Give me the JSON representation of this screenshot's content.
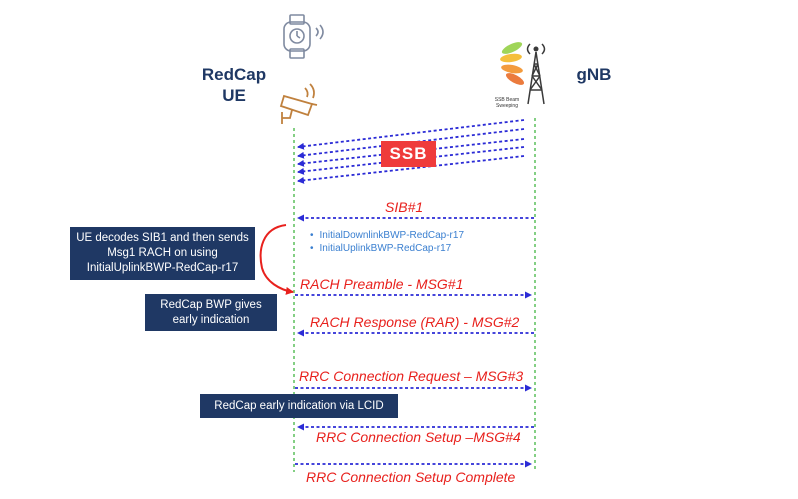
{
  "entities": {
    "ue_label": "RedCap\nUE",
    "gnb_label": "gNB",
    "beam_label": "SSB Beam\nSweeping"
  },
  "ssb_label": "SSB",
  "messages": [
    {
      "label": "SIB#1",
      "dir": "dl"
    },
    {
      "label": "RACH Preamble - MSG#1",
      "dir": "ul"
    },
    {
      "label": "RACH Response (RAR) - MSG#2",
      "dir": "dl"
    },
    {
      "label": "RRC Connection Request – MSG#3",
      "dir": "ul"
    },
    {
      "label": "RRC Connection Setup –MSG#4",
      "dir": "dl"
    },
    {
      "label": "RRC Connection Setup Complete",
      "dir": "ul"
    }
  ],
  "sib_params": [
    "InitialDownlinkBWP-RedCap-r17",
    "InitialUplinkBWP-RedCap-r17"
  ],
  "notes": {
    "decode": "UE decodes SIB1 and then sends Msg1 RACH on using InitialUplinkBWP-RedCap-r17",
    "bwp": "RedCap BWP gives early indication",
    "lcid": "RedCap early indication via LCID"
  },
  "colors": {
    "arrow": "#2b2bd6",
    "lifeline": "#5cbf5c",
    "message_text": "#e8211d",
    "note_box": "#1f3864",
    "ssb_box": "#ef3b3b",
    "bullet_text": "#3a7fd0",
    "curve": "#e8211d"
  }
}
